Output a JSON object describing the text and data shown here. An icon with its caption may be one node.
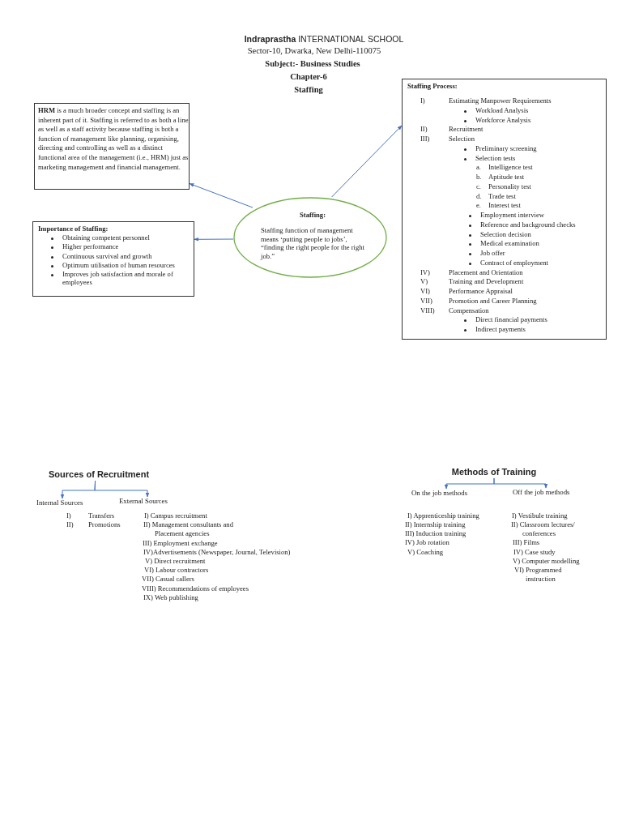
{
  "diagram": {
    "title": "Staffing",
    "nodes": [
      {
        "text": [
          "**HRM** is a much broader concept and staffing is an inherent part of it. Staffing is referred to as both a line as well as a staff activity because staffing is both a function of management like planning, organising, directing and controlling as well as a distinct functional area of the management (i.e., HRM) just as marketing management and financial management."
        ]
      },
      {
        "text": [
          "Importance of Staffing:",
          "Obtaining competent personnel",
          "Higher performance",
          "Continuous survival and growth",
          "Optimum utilisation of human resources",
          "Improves job satisfaction and morale of employees"
        ]
      },
      {
        "text": [
          "Staffing:",
          "Staffing function of management means ‘putting people to jobs’, “finding the right people for the right job.”"
        ]
      },
      {
        "text": [
          "Staffing Process:",
          "I) Estimating Manpower Requirements",
          "Workload Analysis",
          "Workforce Analysis",
          "II) Recruitment",
          "III) Selection",
          "Preliminary screening",
          "Selection tests",
          "a. Intelligence test",
          "b. Aptitude test",
          "c. Personality test",
          "d. Trade test",
          "e. Interest test",
          "Employment interview",
          "Reference and background checks",
          "Selection decision",
          "Medical examination",
          "Job offer",
          "Contract of employment",
          "IV) Placement and Orientation",
          "V) Training and Development",
          "VI) Performance Appraisal",
          "VII) Promotion and Career Planning",
          "VIII) Compensation",
          "Direct financial payments",
          "Indirect payments"
        ]
      },
      {
        "text": [
          "Sources of Recruitment"
        ]
      },
      {
        "text": [
          "Internal Sources"
        ],
        "beside": [
          "I) Transfers",
          "II) Promotions"
        ]
      },
      {
        "text": [
          "External Sources"
        ],
        "beside": [
          "I) Campus recruitment",
          "II) Management consultants and Placement agencies",
          "III) Employment exchange",
          "IV)Advertisements (Newspaper, Journal, Television)",
          "V) Direct recruitment",
          "VI) Labour contractors",
          "VII) Casual callers",
          "VIII) Recommendations of employees",
          "IX) Web publishing"
        ]
      },
      {
        "text": [
          "Methods of Training"
        ]
      },
      {
        "text": [
          "On the job methods"
        ],
        "beside": [
          "I) Apprenticeship training",
          "II) Internship training",
          "III) Induction training",
          "IV) Job rotation",
          "V) Coaching"
        ]
      },
      {
        "text": [
          "Off the job methods"
        ],
        "beside": [
          "I) Vestibule training",
          "II) Classroom lectures/ conferences",
          "III) Films",
          "IV) Case study",
          "V) Computer modelling",
          "VI) Programmed instruction"
        ]
      }
    ],
    "edges": [
      {
        "from": 2,
        "to": 0,
        "arrow": "to"
      },
      {
        "from": 2,
        "to": 1,
        "arrow": "to"
      },
      {
        "from": 2,
        "to": 3,
        "arrow": "to"
      },
      {
        "from": 4,
        "to": 5,
        "arrow": "to"
      },
      {
        "from": 4,
        "to": 6,
        "arrow": "to"
      },
      {
        "from": 7,
        "to": 8,
        "arrow": "to"
      },
      {
        "from": 7,
        "to": 9,
        "arrow": "to"
      }
    ],
    "labels": [
      "**Indraprastha** INTERNATIONAL SCHOOL",
      "Sector-10, Dwarka, New Delhi-110075",
      "Subject:- Business Studies",
      "Chapter-6"
    ]
  }
}
